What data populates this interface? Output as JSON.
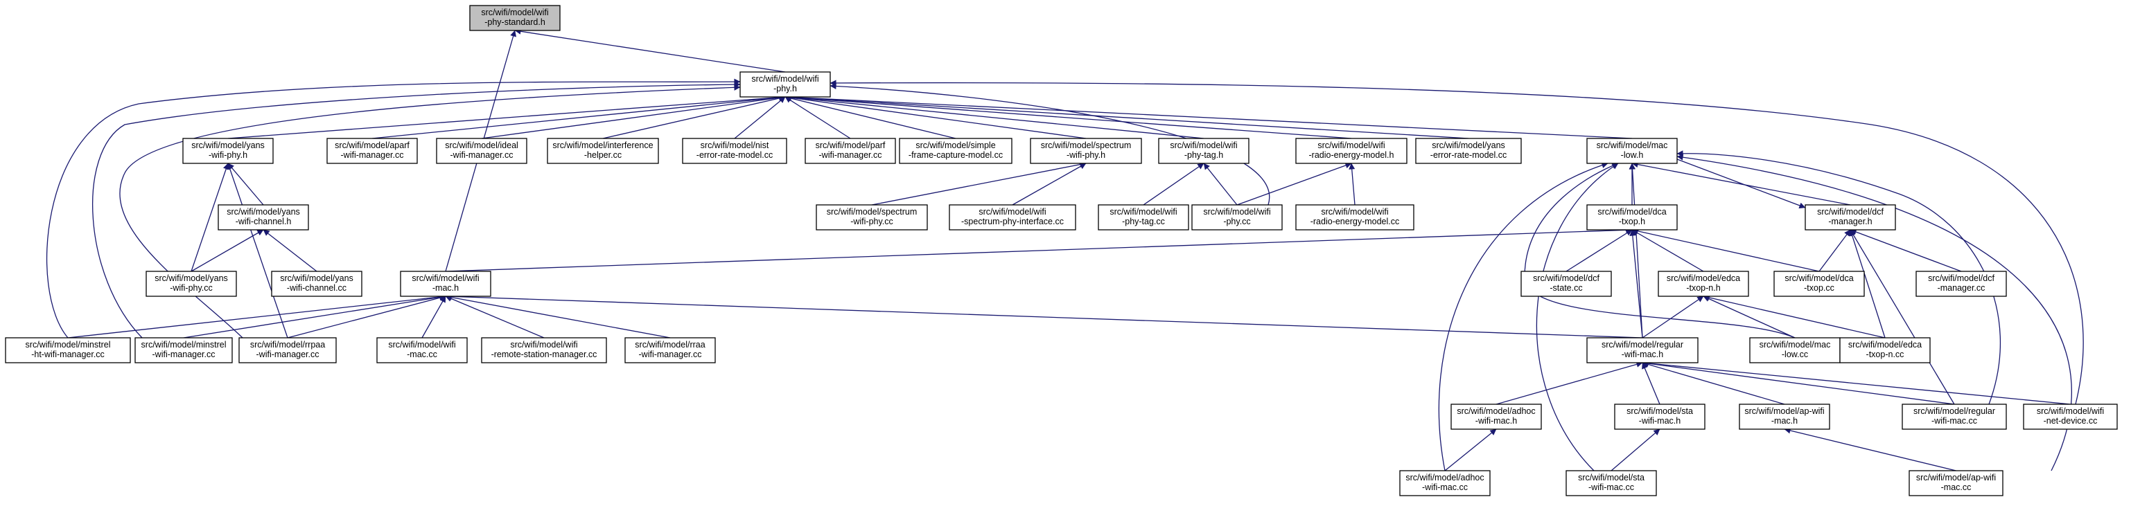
{
  "diagram": {
    "title": "",
    "edge_color": "#191970",
    "root_fill": "#bfbfbf",
    "nodes": [
      {
        "id": "standard",
        "lines": [
          "src/wifi/model/wifi",
          "-phy-standard.h"
        ]
      },
      {
        "id": "phyh",
        "lines": [
          "src/wifi/model/wifi",
          "-phy.h"
        ]
      },
      {
        "id": "yansphyh",
        "lines": [
          "src/wifi/model/yans",
          "-wifi-phy.h"
        ]
      },
      {
        "id": "aparf",
        "lines": [
          "src/wifi/model/aparf",
          "-wifi-manager.cc"
        ]
      },
      {
        "id": "ideal",
        "lines": [
          "src/wifi/model/ideal",
          "-wifi-manager.cc"
        ]
      },
      {
        "id": "interf",
        "lines": [
          "src/wifi/model/interference",
          "-helper.cc"
        ]
      },
      {
        "id": "nist",
        "lines": [
          "src/wifi/model/nist",
          "-error-rate-model.cc"
        ]
      },
      {
        "id": "parf",
        "lines": [
          "src/wifi/model/parf",
          "-wifi-manager.cc"
        ]
      },
      {
        "id": "simple",
        "lines": [
          "src/wifi/model/simple",
          "-frame-capture-model.cc"
        ]
      },
      {
        "id": "spectrumh",
        "lines": [
          "src/wifi/model/spectrum",
          "-wifi-phy.h"
        ]
      },
      {
        "id": "phytagh",
        "lines": [
          "src/wifi/model/wifi",
          "-phy-tag.h"
        ]
      },
      {
        "id": "radioh",
        "lines": [
          "src/wifi/model/wifi",
          "-radio-energy-model.h"
        ]
      },
      {
        "id": "yanserr",
        "lines": [
          "src/wifi/model/yans",
          "-error-rate-model.cc"
        ]
      },
      {
        "id": "maclowh",
        "lines": [
          "src/wifi/model/mac",
          "-low.h"
        ]
      },
      {
        "id": "yanschh",
        "lines": [
          "src/wifi/model/yans",
          "-wifi-channel.h"
        ]
      },
      {
        "id": "spectrumcc",
        "lines": [
          "src/wifi/model/spectrum",
          "-wifi-phy.cc"
        ]
      },
      {
        "id": "spifcc",
        "lines": [
          "src/wifi/model/wifi",
          "-spectrum-phy-interface.cc"
        ]
      },
      {
        "id": "phytagcc",
        "lines": [
          "src/wifi/model/wifi",
          "-phy-tag.cc"
        ]
      },
      {
        "id": "phycc",
        "lines": [
          "src/wifi/model/wifi",
          "-phy.cc"
        ]
      },
      {
        "id": "radiocc",
        "lines": [
          "src/wifi/model/wifi",
          "-radio-energy-model.cc"
        ]
      },
      {
        "id": "dcatxoph",
        "lines": [
          "src/wifi/model/dca",
          "-txop.h"
        ]
      },
      {
        "id": "dcfmgrh",
        "lines": [
          "src/wifi/model/dcf",
          "-manager.h"
        ]
      },
      {
        "id": "yansphycc",
        "lines": [
          "src/wifi/model/yans",
          "-wifi-phy.cc"
        ]
      },
      {
        "id": "yanschcc",
        "lines": [
          "src/wifi/model/yans",
          "-wifi-channel.cc"
        ]
      },
      {
        "id": "wifimach",
        "lines": [
          "src/wifi/model/wifi",
          "-mac.h"
        ]
      },
      {
        "id": "dcfstate",
        "lines": [
          "src/wifi/model/dcf",
          "-state.cc"
        ]
      },
      {
        "id": "edcah",
        "lines": [
          "src/wifi/model/edca",
          "-txop-n.h"
        ]
      },
      {
        "id": "dcatxopcc",
        "lines": [
          "src/wifi/model/dca",
          "-txop.cc"
        ]
      },
      {
        "id": "dcfmgrcc",
        "lines": [
          "src/wifi/model/dcf",
          "-manager.cc"
        ]
      },
      {
        "id": "minht",
        "lines": [
          "src/wifi/model/minstrel",
          "-ht-wifi-manager.cc"
        ]
      },
      {
        "id": "minstrel",
        "lines": [
          "src/wifi/model/minstrel",
          "-wifi-manager.cc"
        ]
      },
      {
        "id": "rrpaa",
        "lines": [
          "src/wifi/model/rrpaa",
          "-wifi-manager.cc"
        ]
      },
      {
        "id": "wifimaccc",
        "lines": [
          "src/wifi/model/wifi",
          "-mac.cc"
        ]
      },
      {
        "id": "remote",
        "lines": [
          "src/wifi/model/wifi",
          "-remote-station-manager.cc"
        ]
      },
      {
        "id": "rraa",
        "lines": [
          "src/wifi/model/rraa",
          "-wifi-manager.cc"
        ]
      },
      {
        "id": "regularh",
        "lines": [
          "src/wifi/model/regular",
          "-wifi-mac.h"
        ]
      },
      {
        "id": "maclowcc",
        "lines": [
          "src/wifi/model/mac",
          "-low.cc"
        ]
      },
      {
        "id": "edcacc",
        "lines": [
          "src/wifi/model/edca",
          "-txop-n.cc"
        ]
      },
      {
        "id": "adhoch",
        "lines": [
          "src/wifi/model/adhoc",
          "-wifi-mac.h"
        ]
      },
      {
        "id": "stah",
        "lines": [
          "src/wifi/model/sta",
          "-wifi-mac.h"
        ]
      },
      {
        "id": "aph",
        "lines": [
          "src/wifi/model/ap-wifi",
          "-mac.h"
        ]
      },
      {
        "id": "regularcc",
        "lines": [
          "src/wifi/model/regular",
          "-wifi-mac.cc"
        ]
      },
      {
        "id": "netdev",
        "lines": [
          "src/wifi/model/wifi",
          "-net-device.cc"
        ]
      },
      {
        "id": "adhoccc",
        "lines": [
          "src/wifi/model/adhoc",
          "-wifi-mac.cc"
        ]
      },
      {
        "id": "stacc",
        "lines": [
          "src/wifi/model/sta",
          "-wifi-mac.cc"
        ]
      },
      {
        "id": "apcc",
        "lines": [
          "src/wifi/model/ap-wifi",
          "-mac.cc"
        ]
      }
    ]
  }
}
